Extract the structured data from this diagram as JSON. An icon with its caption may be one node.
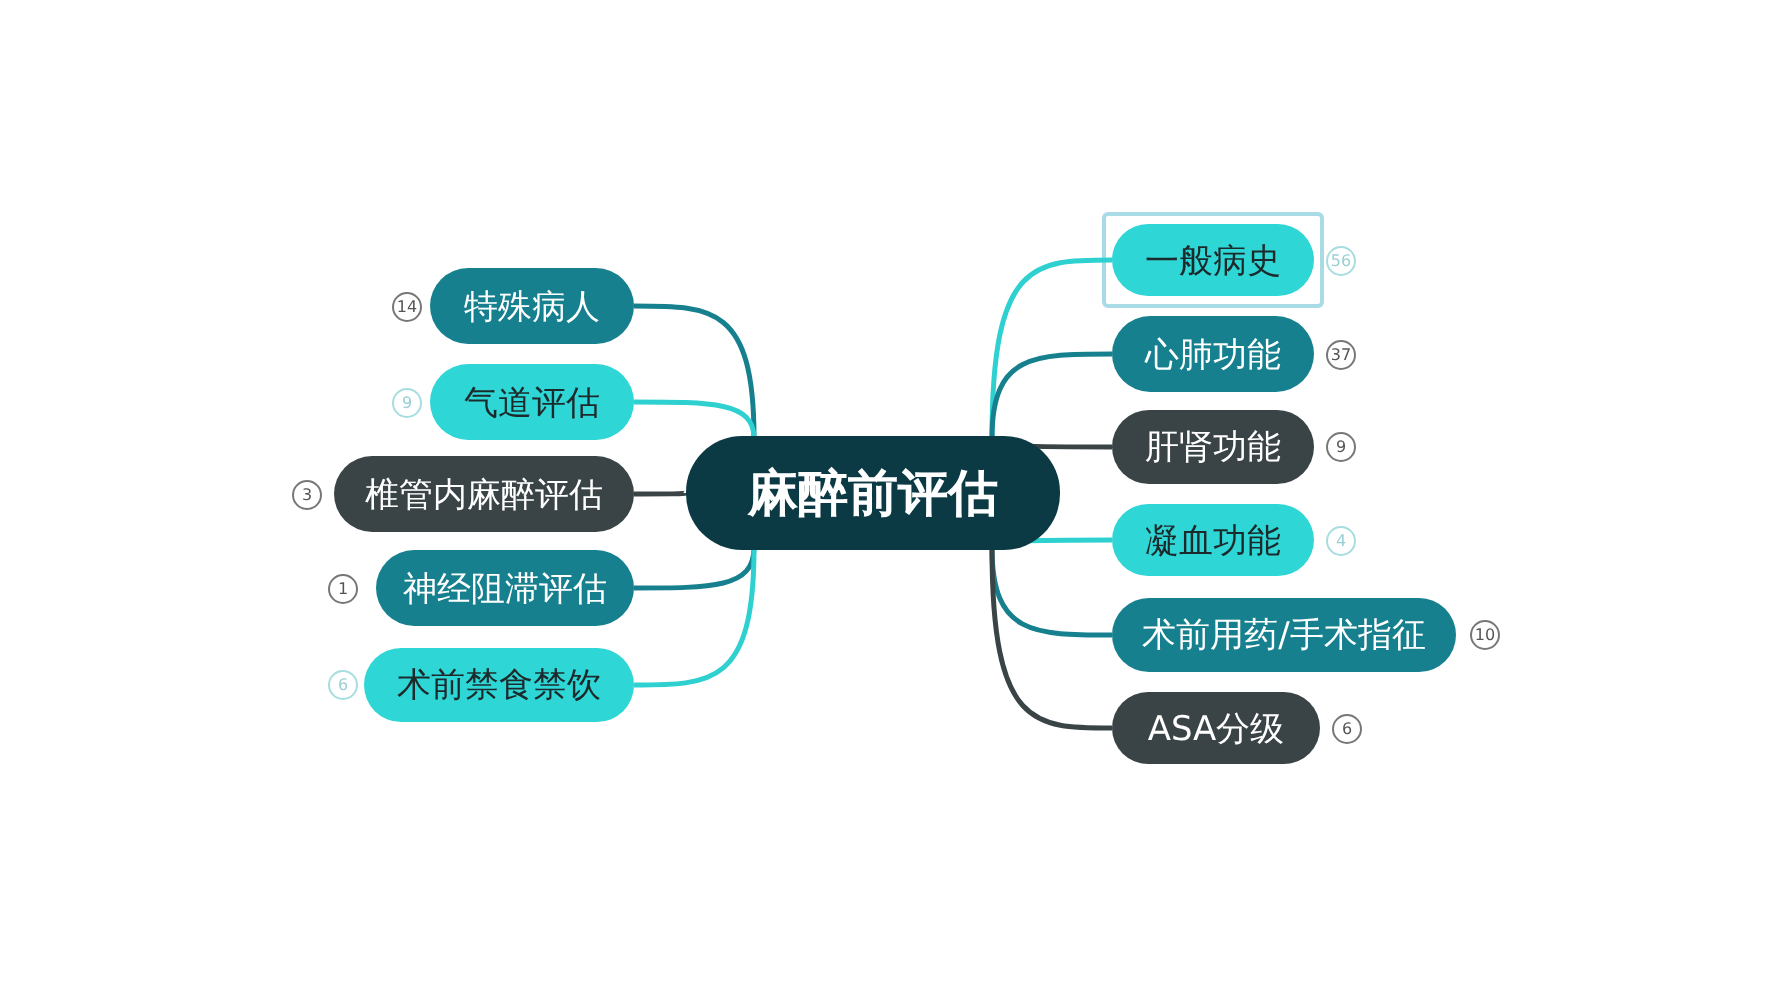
{
  "diagram": {
    "nodes": [
      {
        "text": [
          "麻醉前评估"
        ]
      },
      {
        "text": [
          "特殊病人"
        ],
        "beside": [
          "14"
        ]
      },
      {
        "text": [
          "气道评估"
        ],
        "beside": [
          "9"
        ]
      },
      {
        "text": [
          "椎管内麻醉评估"
        ],
        "beside": [
          "3"
        ]
      },
      {
        "text": [
          "神经阻滞评估"
        ],
        "beside": [
          "1"
        ]
      },
      {
        "text": [
          "术前禁食禁饮"
        ],
        "beside": [
          "6"
        ]
      },
      {
        "text": [
          "一般病史"
        ],
        "beside": [
          "56"
        ]
      },
      {
        "text": [
          "心肺功能"
        ],
        "beside": [
          "37"
        ]
      },
      {
        "text": [
          "肝肾功能"
        ],
        "beside": [
          "9"
        ]
      },
      {
        "text": [
          "凝血功能"
        ],
        "beside": [
          "4"
        ]
      },
      {
        "text": [
          "术前用药/手术指征"
        ],
        "beside": [
          "10"
        ]
      },
      {
        "text": [
          "ASA分级"
        ],
        "beside": [
          "6"
        ]
      }
    ],
    "edges": [
      {
        "from": 0,
        "to": 1,
        "arrow": "none",
        "color": "#16808f"
      },
      {
        "from": 0,
        "to": 2,
        "arrow": "none",
        "color": "#2fd0d0"
      },
      {
        "from": 0,
        "to": 3,
        "arrow": "none",
        "color": "#3a4446"
      },
      {
        "from": 0,
        "to": 4,
        "arrow": "none",
        "color": "#16808f"
      },
      {
        "from": 0,
        "to": 5,
        "arrow": "none",
        "color": "#2fd0d0"
      },
      {
        "from": 0,
        "to": 6,
        "arrow": "none",
        "color": "#2fd0d0"
      },
      {
        "from": 0,
        "to": 7,
        "arrow": "none",
        "color": "#16808f"
      },
      {
        "from": 0,
        "to": 8,
        "arrow": "none",
        "color": "#3a4446"
      },
      {
        "from": 0,
        "to": 9,
        "arrow": "none",
        "color": "#2fd0d0"
      },
      {
        "from": 0,
        "to": 10,
        "arrow": "none",
        "color": "#16808f"
      },
      {
        "from": 0,
        "to": 11,
        "arrow": "none",
        "color": "#3a4446"
      }
    ]
  }
}
